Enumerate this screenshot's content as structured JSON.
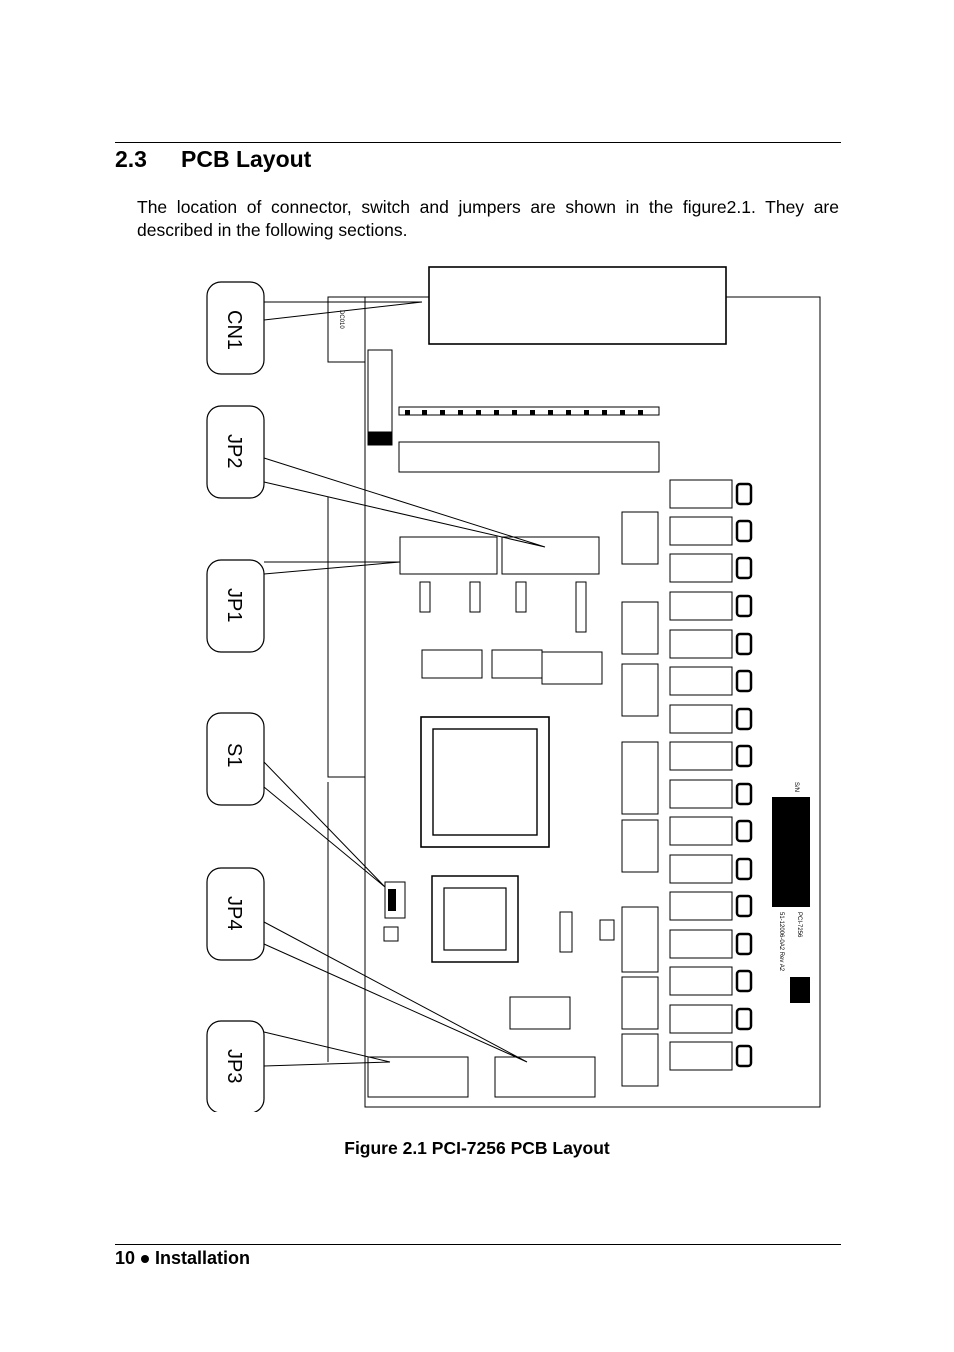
{
  "section": {
    "number": "2.3",
    "title": "PCB Layout"
  },
  "body_text": "The location of connector, switch and jumpers are shown in the figure2.1. They are described in the following sections.",
  "figure": {
    "callouts": [
      "CN1",
      "JP2",
      "JP1",
      "S1",
      "JP4",
      "JP3"
    ],
    "board_silkscreen": {
      "sn_label": "S/N",
      "model": "PCI-7256",
      "part_number": "51-12006-0A2  Rev A2",
      "board_id": "DC010"
    }
  },
  "caption": "Figure 2.1  PCI-7256 PCB Layout",
  "footer": {
    "page_number": "10",
    "chapter": "Installation"
  }
}
